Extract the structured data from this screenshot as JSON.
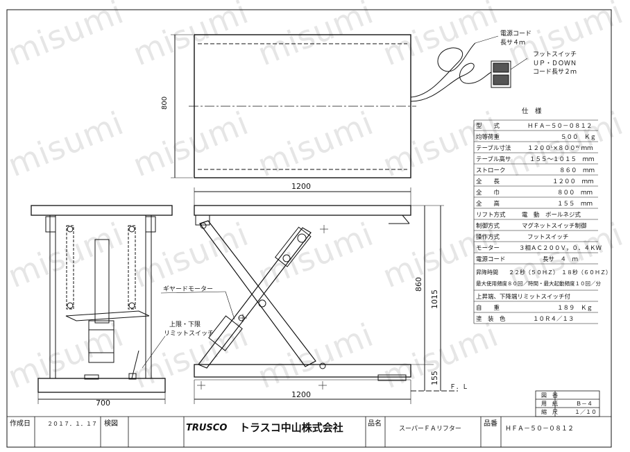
{
  "watermark": "misumi",
  "top_view": {
    "dim_depth": "800",
    "cord_label_1": "電源コード",
    "cord_label_2": "長サ４ｍ",
    "switch_label_1": "フットスイッチ",
    "switch_label_2": "ＵＰ・ＤＯＷＮ",
    "switch_label_3": "コード長サ２ｍ"
  },
  "side_view": {
    "dim_width_top": "1200",
    "dim_width_bottom": "1200",
    "dim_stroke": "860",
    "dim_height": "1015",
    "dim_low": "155",
    "floor_label": "Ｆ．Ｌ"
  },
  "front_view": {
    "dim_width": "700",
    "motor_label": "ギヤードモーター",
    "limit_label_1": "上限・下限",
    "limit_label_2": "リミットスイッチ"
  },
  "spec": {
    "title": "仕　様",
    "rows": [
      {
        "label": "型　　式",
        "value": "ＨＦＡ－５０－０８１２"
      },
      {
        "label": "均等荷重",
        "value": "５００　Ｋｇ"
      },
      {
        "label": "テーブル寸法",
        "value": "１２００ᴸ×８００ᵂ ｍｍ"
      },
      {
        "label": "テーブル高サ",
        "value": "１５５～１０１５　ｍｍ"
      },
      {
        "label": "ストローク",
        "value": "８６０　ｍｍ"
      },
      {
        "label": "全　　長",
        "value": "１２００　ｍｍ"
      },
      {
        "label": "全　　巾",
        "value": "８００　ｍｍ"
      },
      {
        "label": "全　　高",
        "value": "１５５　ｍｍ"
      },
      {
        "label": "リフト方式",
        "value": "電　動　ボールネジ式"
      },
      {
        "label": "制御方式",
        "value": "マグネットスイッチ制御"
      },
      {
        "label": "操作方式",
        "value": "フットスイッチ"
      },
      {
        "label": "モーター",
        "value": "３相ＡＣ２００Ｖ，０．４ＫＷ"
      },
      {
        "label": "電源コード",
        "value": "長サ　４　ｍ"
      },
      {
        "label": "昇降時間",
        "value": "２２秒（５０ＨＺ）　１８秒（６０ＨＺ）"
      },
      {
        "label": "",
        "value": "最大使用頻度８０回／時間・最大起動頻度１０回／分"
      },
      {
        "label": "",
        "value": "上昇端、下降端リミットスイッチ付"
      },
      {
        "label": "自　　重",
        "value": "１８９　Ｋｇ"
      },
      {
        "label": "塗　装　色",
        "value": "１０Ｒ４／１３"
      }
    ]
  },
  "title_block": {
    "drawing_no_label": "図　番",
    "paper_label": "用　紙",
    "paper_value": "Ｂ－４",
    "scale_label": "縮　尺",
    "scale_value": "１／１０",
    "date_label": "作成日",
    "date_value": "２０１７．１．１７",
    "check_label": "検図",
    "brand": "TRUSCO",
    "company": "トラスコ中山株式会社",
    "product_label": "品名",
    "product_value": "スーパーＦＡリフター",
    "part_label": "品番",
    "part_value": "ＨＦＡ－５０－０８１２"
  },
  "colors": {
    "line": "#111111",
    "watermark": "#e6e6e6"
  }
}
